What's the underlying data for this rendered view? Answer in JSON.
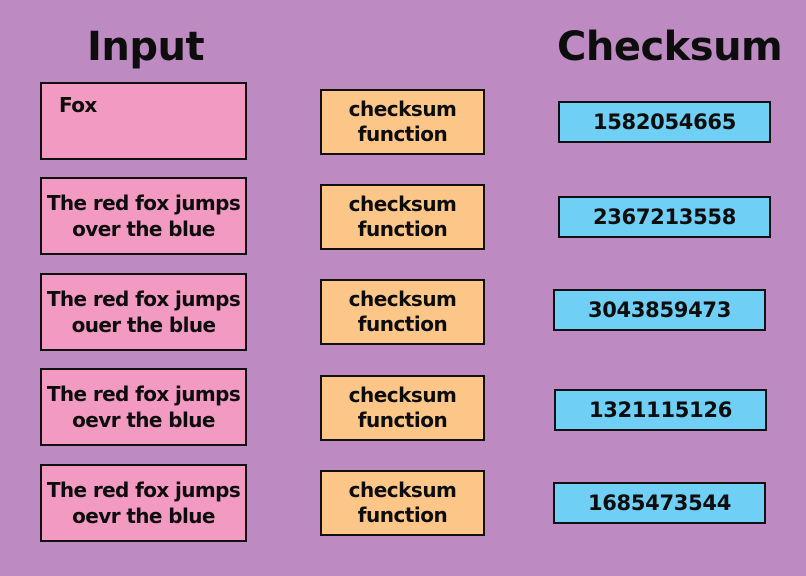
{
  "headings": {
    "input": "Input",
    "checksum": "Checksum"
  },
  "colors": {
    "background": "#bd8bc1",
    "input_box": "#f39ac3",
    "function_box": "#fdc689",
    "checksum_box": "#6fcff4",
    "border": "#101010"
  },
  "rows": [
    {
      "input": "Fox",
      "function": "checksum\nfunction",
      "checksum": "1582054665"
    },
    {
      "input": "The red fox jumps\nover the blue",
      "function": "checksum\nfunction",
      "checksum": "2367213558"
    },
    {
      "input": "The red fox jumps\nouer the blue",
      "function": "checksum\nfunction",
      "checksum": "3043859473"
    },
    {
      "input": "The red fox jumps\noevr the blue",
      "function": "checksum\nfunction",
      "checksum": "1321115126"
    },
    {
      "input": "The red fox jumps\noevr the blue",
      "function": "checksum\nfunction",
      "checksum": "1685473544"
    }
  ]
}
